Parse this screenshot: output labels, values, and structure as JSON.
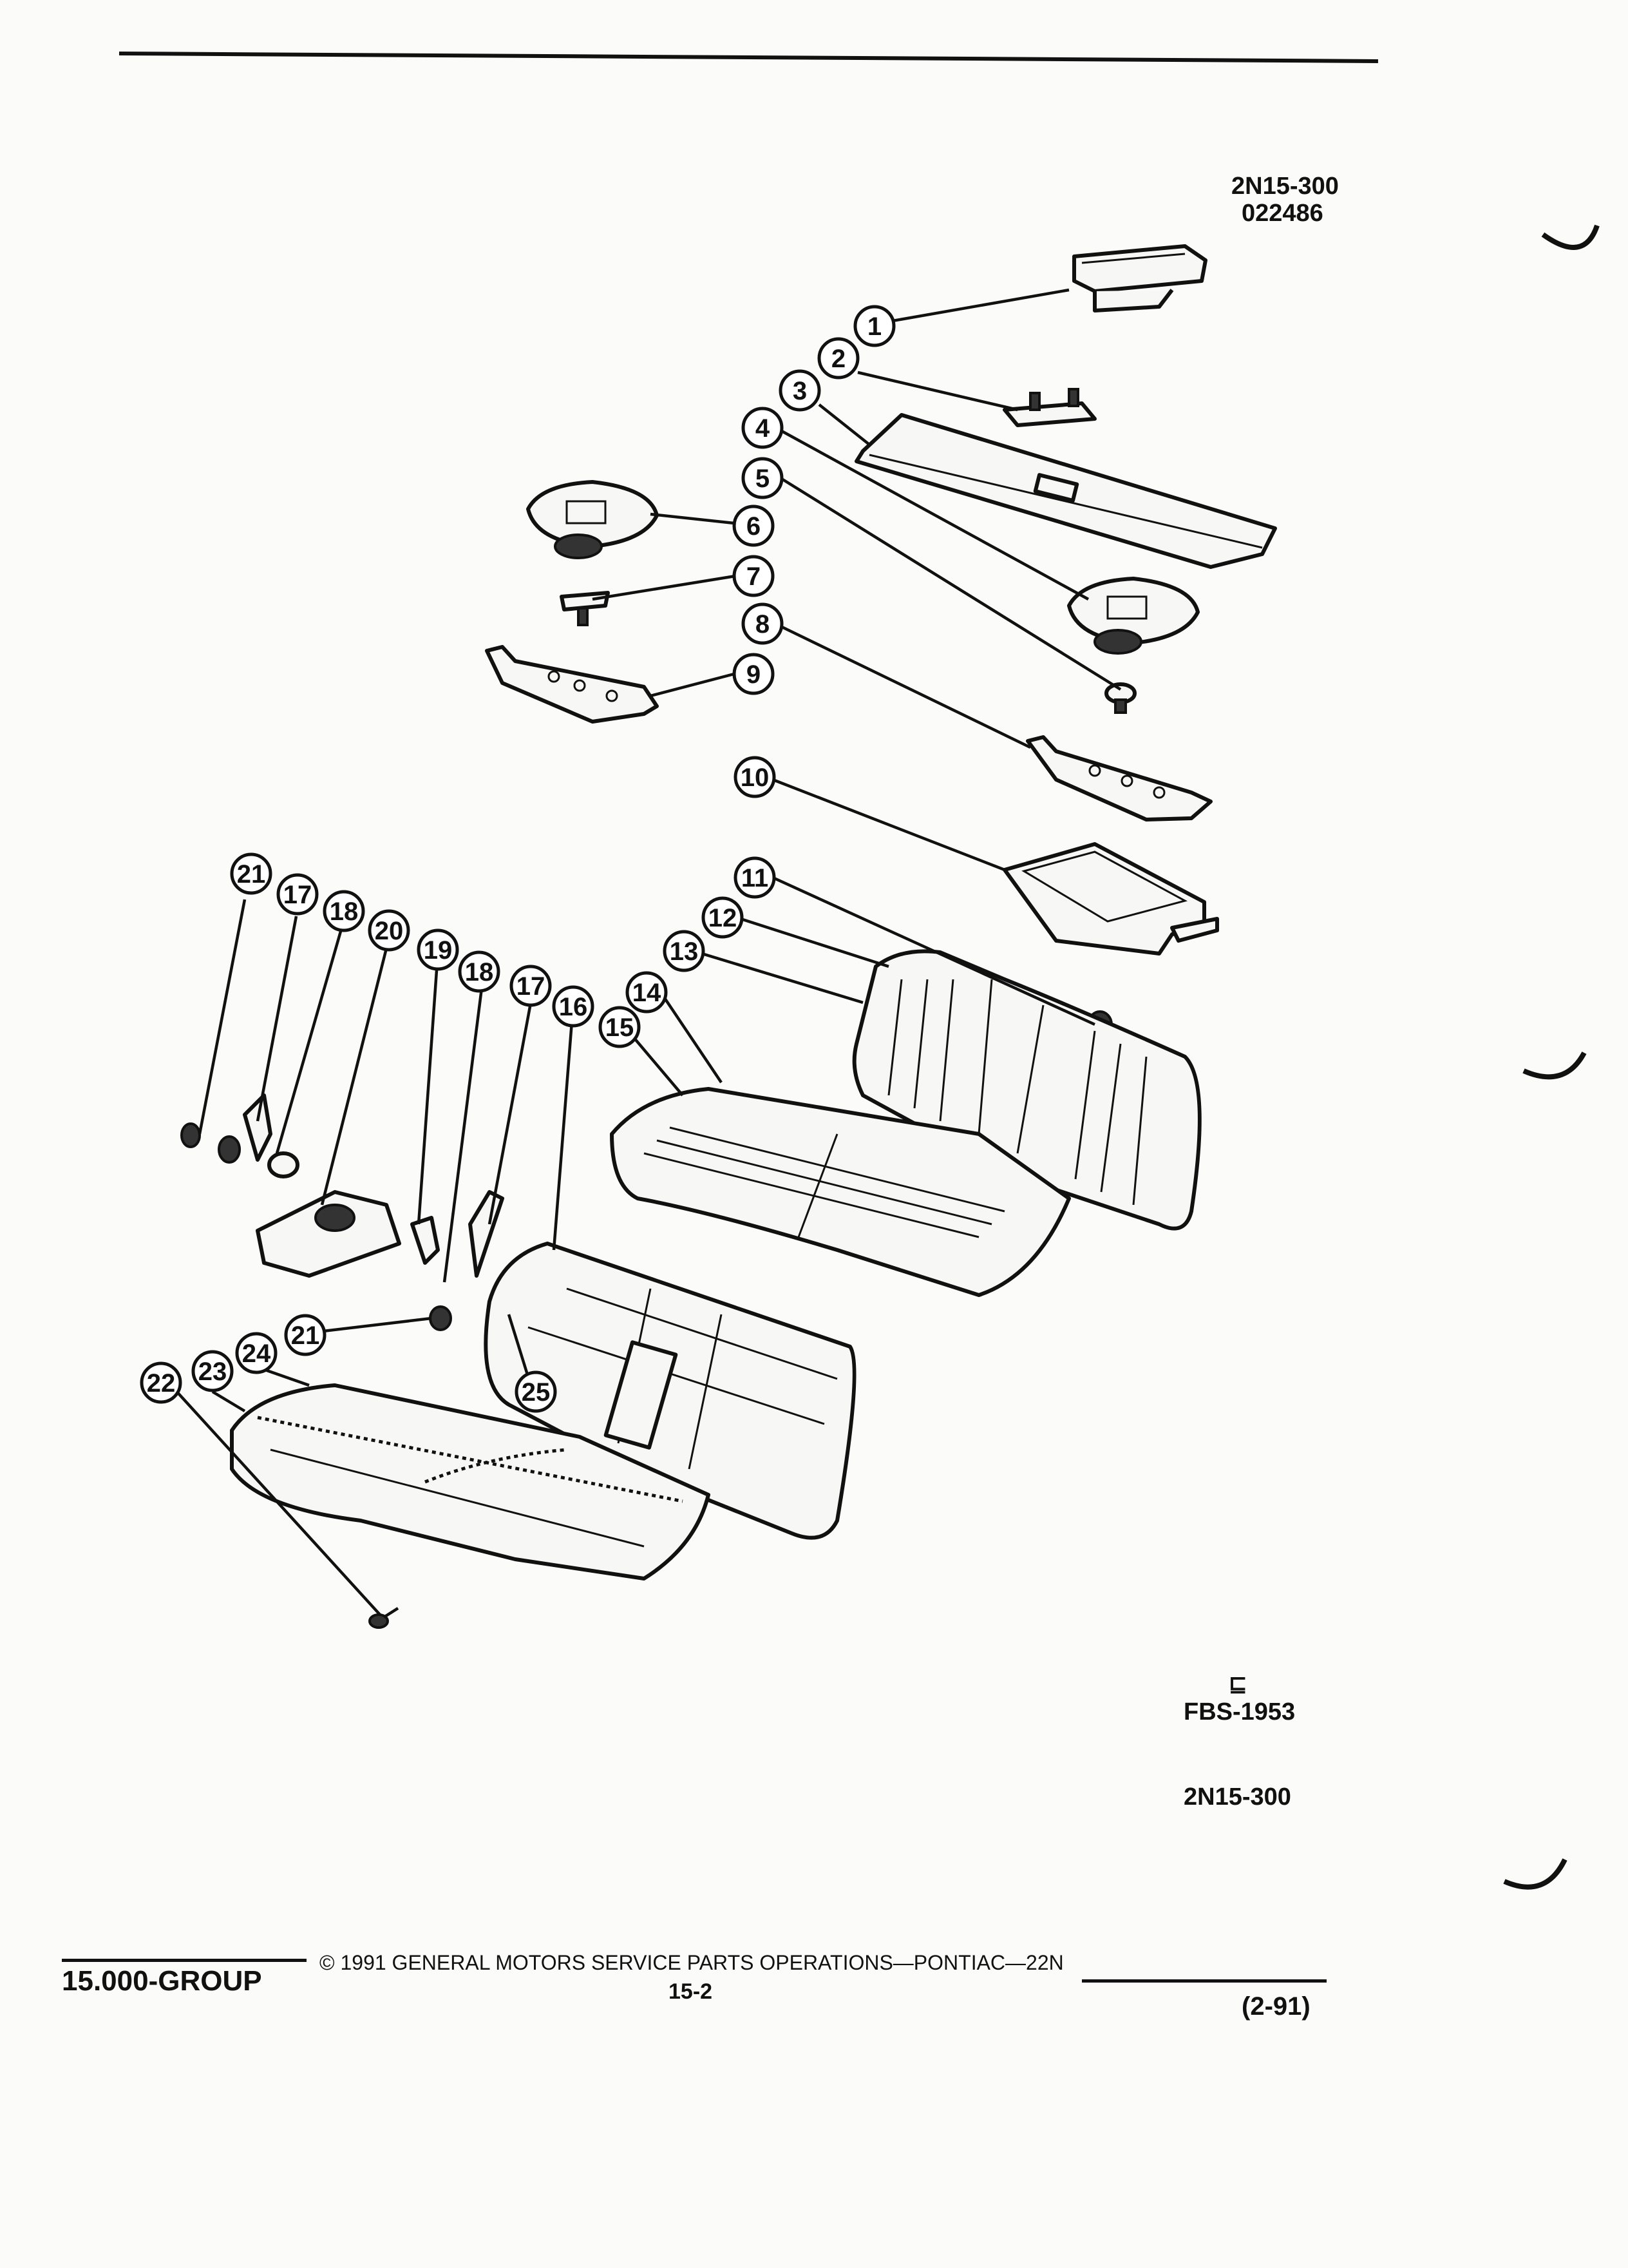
{
  "header": {
    "drawing_id": "2N15-300",
    "drawing_date": "022486"
  },
  "callouts": [
    {
      "number": "1"
    },
    {
      "number": "2"
    },
    {
      "number": "3"
    },
    {
      "number": "4"
    },
    {
      "number": "5"
    },
    {
      "number": "6"
    },
    {
      "number": "7"
    },
    {
      "number": "8"
    },
    {
      "number": "9"
    },
    {
      "number": "10"
    },
    {
      "number": "11"
    },
    {
      "number": "12"
    },
    {
      "number": "13"
    },
    {
      "number": "14"
    },
    {
      "number": "15"
    },
    {
      "number": "16"
    },
    {
      "number": "17"
    },
    {
      "number": "18"
    },
    {
      "number": "19"
    },
    {
      "number": "20"
    },
    {
      "number": "21"
    },
    {
      "number": "22"
    },
    {
      "number": "23"
    },
    {
      "number": "24"
    },
    {
      "number": "25"
    }
  ],
  "figure_ref": {
    "code": "FBS-1953",
    "drawing_id": "2N15-300"
  },
  "footer": {
    "group": "15.000-GROUP",
    "copyright": "© 1991 GENERAL MOTORS SERVICE PARTS OPERATIONS—PONTIAC—22N",
    "page": "15-2",
    "revision": "(2-91)"
  }
}
